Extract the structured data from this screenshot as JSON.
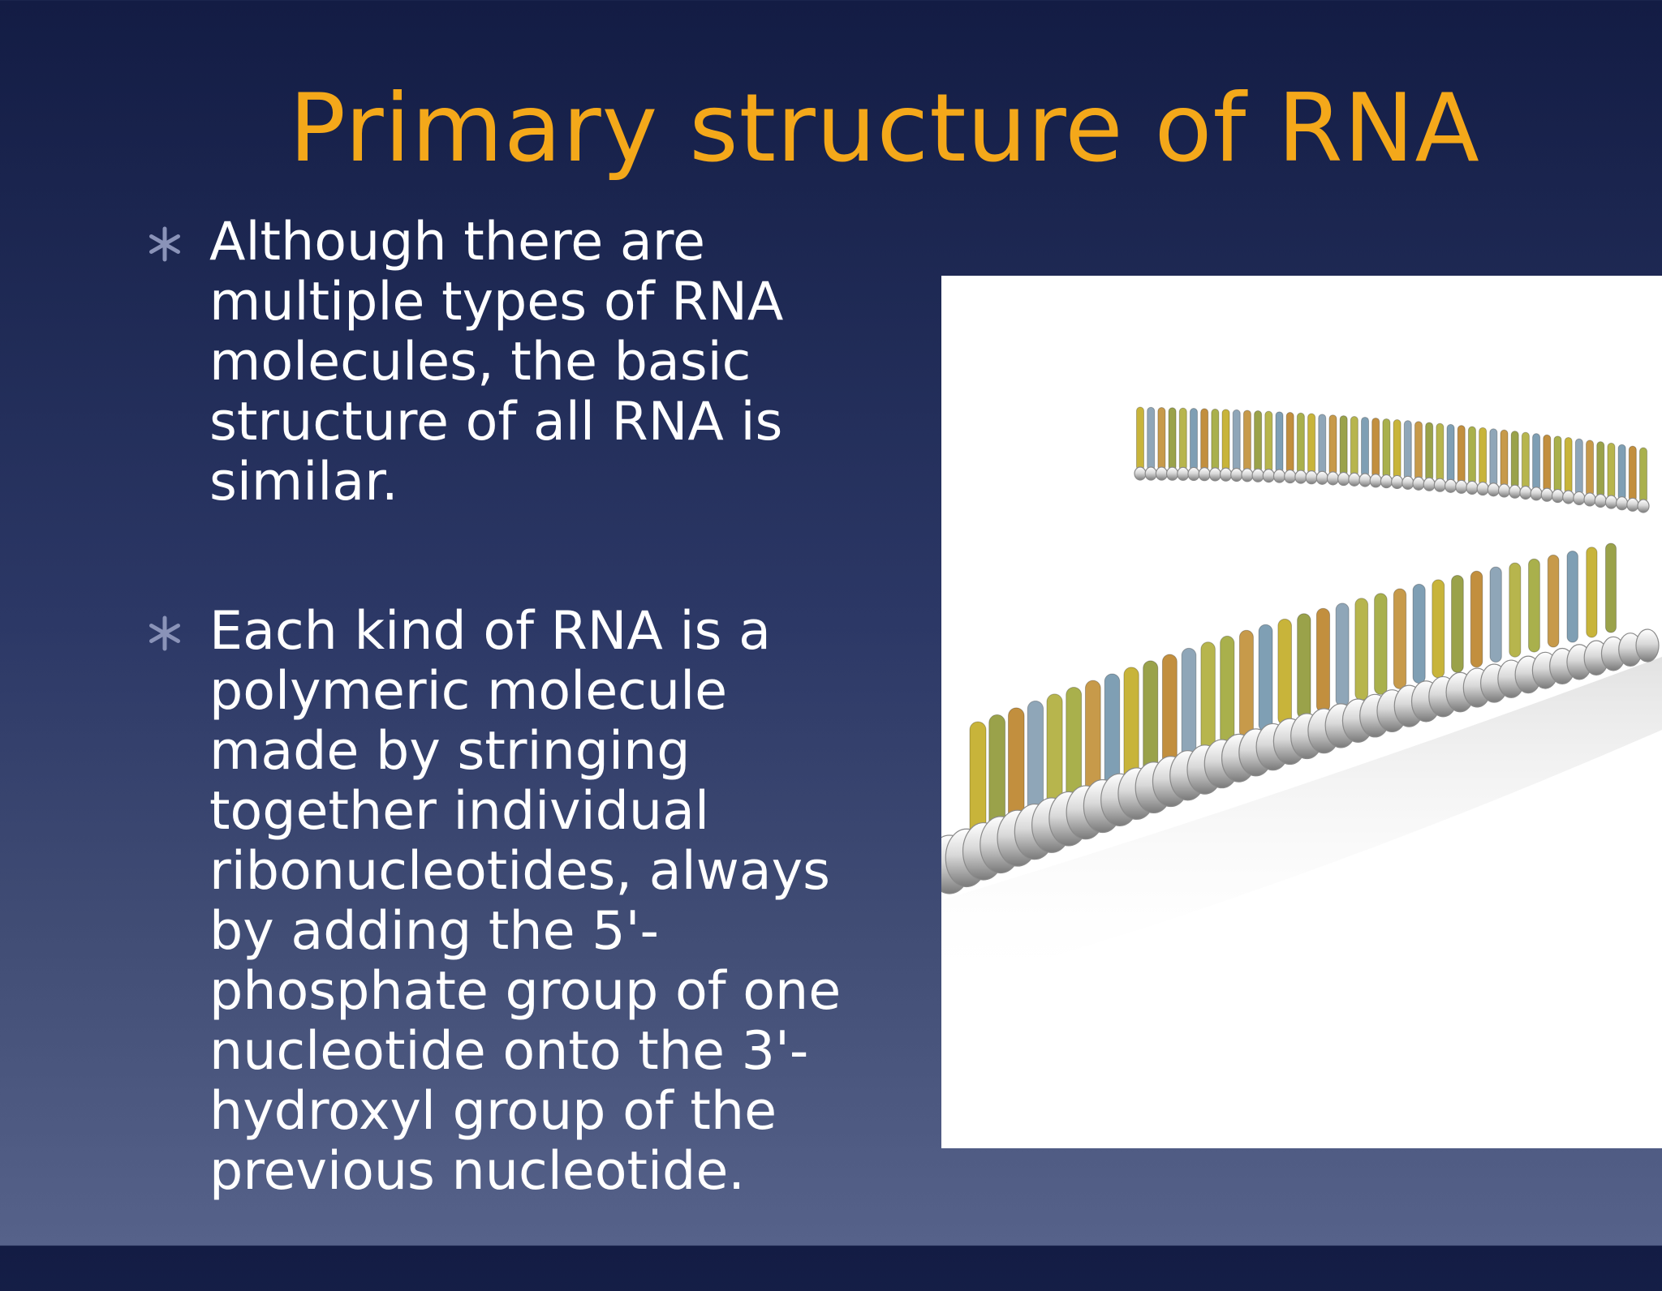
{
  "slide": {
    "title": "Primary structure of RNA",
    "bullets": [
      {
        "marker_icon": "asterisk-icon",
        "text": "Although there are multiple types of RNA molecules, the basic structure of all RNA is similar."
      },
      {
        "marker_icon": "asterisk-icon",
        "text": "Each kind of RNA is a polymeric molecule made by stringing together individual ribonucleotides, always by adding the 5'-phosphate group of one nucleotide onto the 3'-hydroxyl group of the previous nucleotide."
      }
    ],
    "figure": {
      "icon": "rna-strand-illustration"
    }
  },
  "colors": {
    "background_top": "#131c44",
    "background_bottom": "#56628a",
    "title": "#f4a81a",
    "body_text": "#ffffff",
    "bullet_marker": "#8a93b8",
    "figure_background": "#ffffff"
  }
}
